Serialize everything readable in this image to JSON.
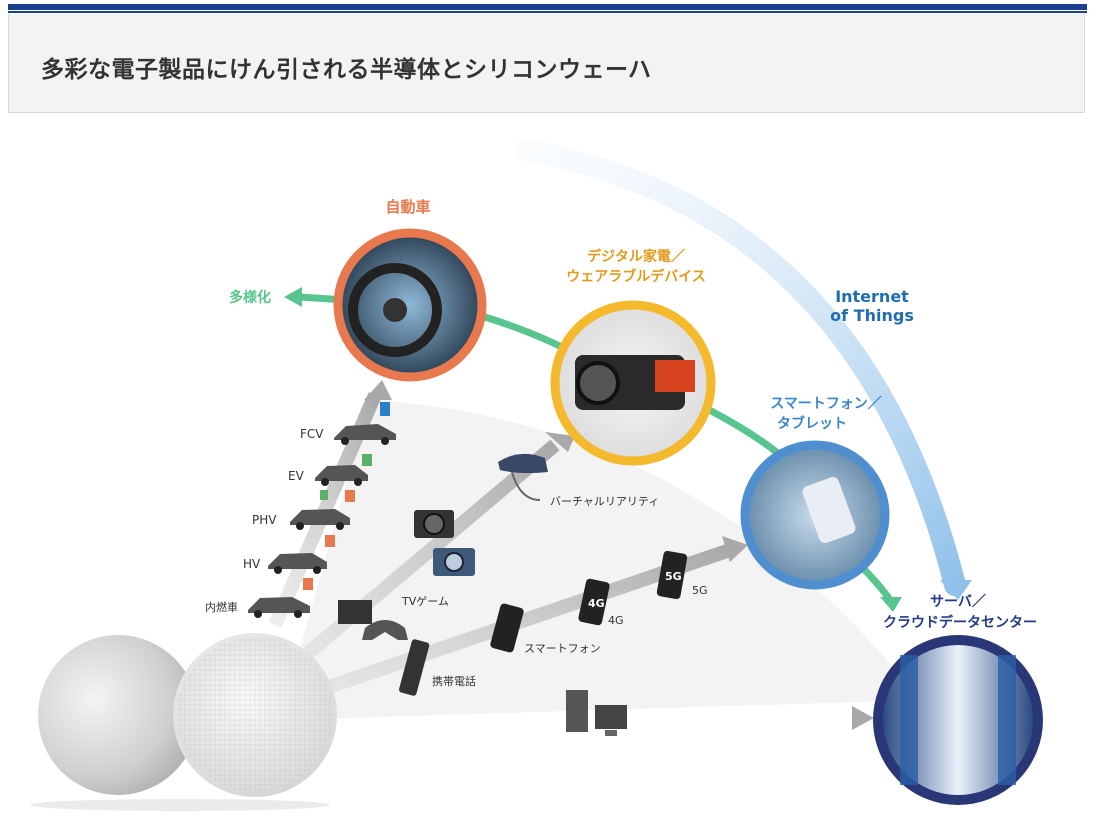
{
  "header": {
    "title": "多彩な電子製品にけん引される半導体とシリコンウェーハ"
  },
  "categories": {
    "automobile": "自動車",
    "digital_line1": "デジタル家電／",
    "digital_line2": "ウェアラブルデバイス",
    "smartphone_line1": "スマートフォン／",
    "smartphone_line2": "タブレット",
    "server_line1": "サーバ／",
    "server_line2": "クラウドデータセンター",
    "diversification": "多様化",
    "iot_line1": "Internet",
    "iot_line2": "of Things"
  },
  "vehicles": {
    "fcv": "FCV",
    "ev": "EV",
    "phv": "PHV",
    "hv": "HV",
    "ice": "内燃車"
  },
  "devices": {
    "vr": "バーチャルリアリティ",
    "tv_game": "TVゲーム",
    "phone_5g": "5G",
    "phone_4g": "4G",
    "smartphone": "スマートフォン",
    "feature_phone": "携帯電話"
  },
  "colors": {
    "auto_ring": "#e8794f",
    "digital_ring": "#f5b92e",
    "smartphone_ring": "#4f8fd0",
    "server_ring": "#2a3776",
    "green_arc": "#58c48e",
    "iot_blue": "#1f6fb0",
    "auto_text": "#e8794f",
    "digital_text": "#e59a1b",
    "server_text": "#233a86"
  }
}
